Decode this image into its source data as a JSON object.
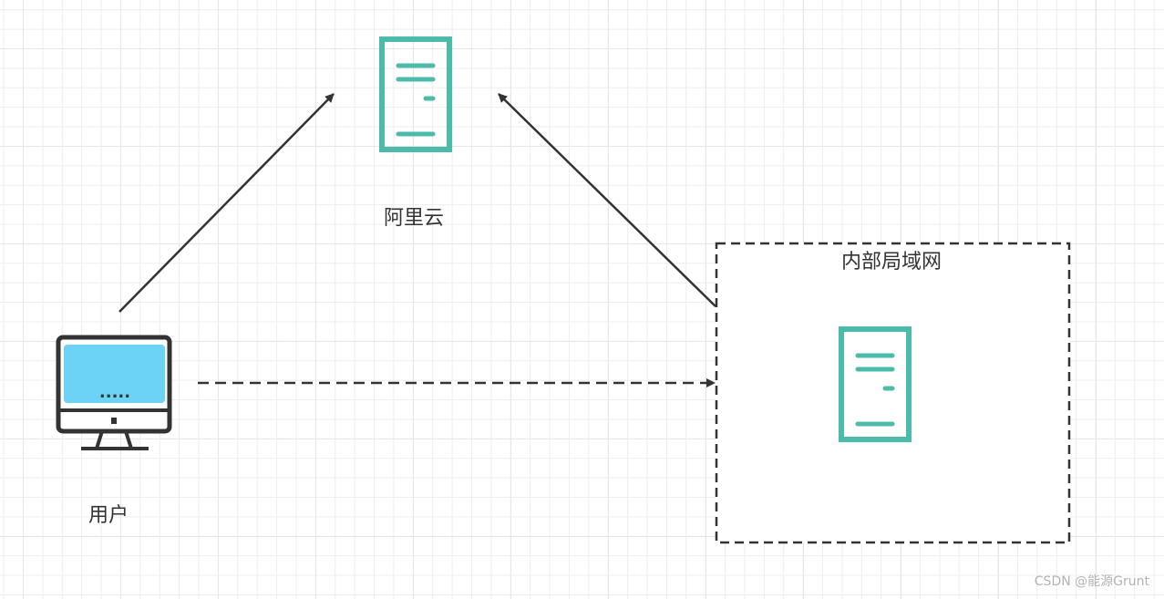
{
  "nodes": {
    "cloud": {
      "label": "阿里云"
    },
    "user": {
      "label": "用户",
      "screen_text": "....."
    },
    "lan": {
      "label": "内部局域网"
    }
  },
  "edges": [
    {
      "from": "user",
      "to": "cloud",
      "style": "solid"
    },
    {
      "from": "lan",
      "to": "cloud",
      "style": "solid"
    },
    {
      "from": "user",
      "to": "lan",
      "style": "dashed"
    }
  ],
  "watermark": "CSDN @能源Grunt",
  "colors": {
    "server": "#4dbba9",
    "monitor_screen": "#6dd3f6",
    "stroke": "#333333"
  }
}
